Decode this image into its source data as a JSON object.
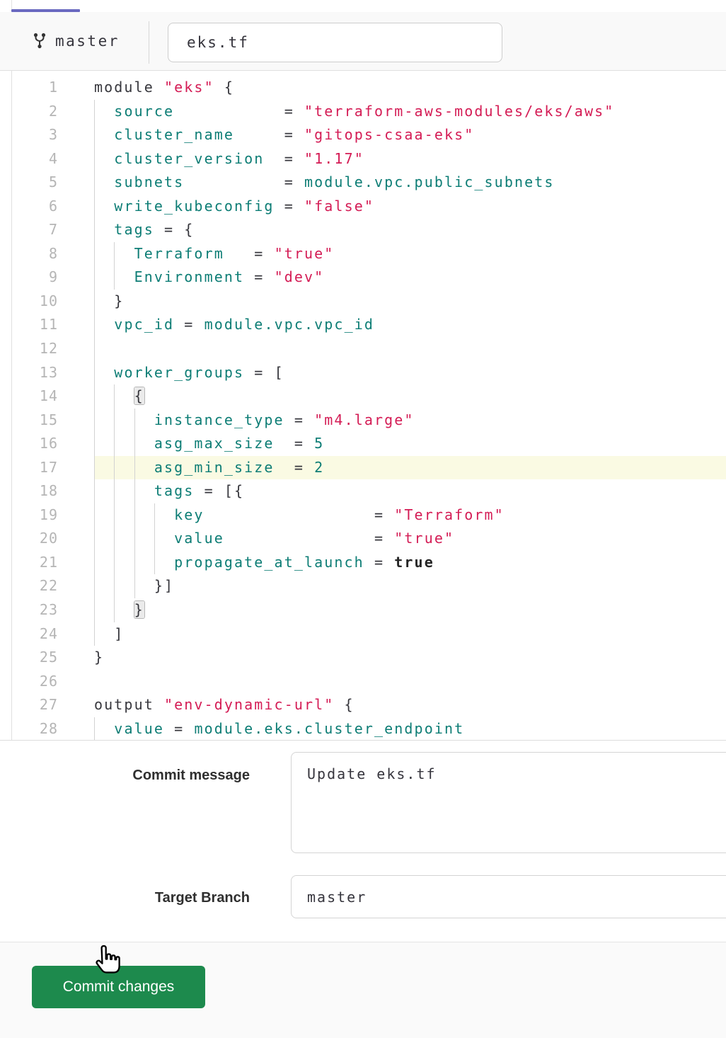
{
  "colors": {
    "tab_accent": "#6a69c0",
    "header_bg": "#f9f9f9",
    "button_green": "#1d8a4d",
    "string_red": "#d41c55",
    "name_teal": "#0d7d75",
    "line_highlight": "#fafae3"
  },
  "header": {
    "branch": "master",
    "branch_icon": "git-branch-icon",
    "filename": "eks.tf"
  },
  "editor": {
    "highlighted_line": 17,
    "lines": [
      {
        "n": 1,
        "guides": [],
        "segs": [
          [
            "p",
            "module "
          ],
          [
            "s",
            "\"eks\""
          ],
          [
            "p",
            " {"
          ]
        ]
      },
      {
        "n": 2,
        "guides": [
          0
        ],
        "segs": [
          [
            "p",
            "  "
          ],
          [
            "n",
            "source"
          ],
          [
            "p",
            "           = "
          ],
          [
            "s",
            "\"terraform-aws-modules/eks/aws\""
          ]
        ]
      },
      {
        "n": 3,
        "guides": [
          0
        ],
        "segs": [
          [
            "p",
            "  "
          ],
          [
            "n",
            "cluster_name"
          ],
          [
            "p",
            "     = "
          ],
          [
            "s",
            "\"gitops-csaa-eks\""
          ]
        ]
      },
      {
        "n": 4,
        "guides": [
          0
        ],
        "segs": [
          [
            "p",
            "  "
          ],
          [
            "n",
            "cluster_version"
          ],
          [
            "p",
            "  = "
          ],
          [
            "s",
            "\"1.17\""
          ]
        ]
      },
      {
        "n": 5,
        "guides": [
          0
        ],
        "segs": [
          [
            "p",
            "  "
          ],
          [
            "n",
            "subnets"
          ],
          [
            "p",
            "          = "
          ],
          [
            "n",
            "module.vpc.public_subnets"
          ]
        ]
      },
      {
        "n": 6,
        "guides": [
          0
        ],
        "segs": [
          [
            "p",
            "  "
          ],
          [
            "n",
            "write_kubeconfig"
          ],
          [
            "p",
            " = "
          ],
          [
            "s",
            "\"false\""
          ]
        ]
      },
      {
        "n": 7,
        "guides": [
          0
        ],
        "segs": [
          [
            "p",
            "  "
          ],
          [
            "n",
            "tags"
          ],
          [
            "p",
            " = {"
          ]
        ]
      },
      {
        "n": 8,
        "guides": [
          0,
          2
        ],
        "segs": [
          [
            "p",
            "    "
          ],
          [
            "n",
            "Terraform"
          ],
          [
            "p",
            "   = "
          ],
          [
            "s",
            "\"true\""
          ]
        ]
      },
      {
        "n": 9,
        "guides": [
          0,
          2
        ],
        "segs": [
          [
            "p",
            "    "
          ],
          [
            "n",
            "Environment"
          ],
          [
            "p",
            " = "
          ],
          [
            "s",
            "\"dev\""
          ]
        ]
      },
      {
        "n": 10,
        "guides": [
          0
        ],
        "segs": [
          [
            "p",
            "  }"
          ]
        ]
      },
      {
        "n": 11,
        "guides": [
          0
        ],
        "segs": [
          [
            "p",
            "  "
          ],
          [
            "n",
            "vpc_id"
          ],
          [
            "p",
            " = "
          ],
          [
            "n",
            "module.vpc.vpc_id"
          ]
        ]
      },
      {
        "n": 12,
        "guides": [
          0
        ],
        "segs": []
      },
      {
        "n": 13,
        "guides": [
          0
        ],
        "segs": [
          [
            "p",
            "  "
          ],
          [
            "n",
            "worker_groups"
          ],
          [
            "p",
            " = ["
          ]
        ]
      },
      {
        "n": 14,
        "guides": [
          0,
          2
        ],
        "segs": [
          [
            "p",
            "    "
          ],
          [
            "bm",
            "{"
          ]
        ]
      },
      {
        "n": 15,
        "guides": [
          0,
          2,
          4
        ],
        "segs": [
          [
            "p",
            "      "
          ],
          [
            "n",
            "instance_type"
          ],
          [
            "p",
            " = "
          ],
          [
            "s",
            "\"m4.large\""
          ]
        ]
      },
      {
        "n": 16,
        "guides": [
          0,
          2,
          4
        ],
        "segs": [
          [
            "p",
            "      "
          ],
          [
            "n",
            "asg_max_size"
          ],
          [
            "p",
            "  = "
          ],
          [
            "num",
            "5"
          ]
        ]
      },
      {
        "n": 17,
        "hl": true,
        "guides": [
          0,
          2,
          4
        ],
        "segs": [
          [
            "p",
            "      "
          ],
          [
            "n",
            "asg_min_size"
          ],
          [
            "p",
            "  = "
          ],
          [
            "num",
            "2"
          ]
        ]
      },
      {
        "n": 18,
        "guides": [
          0,
          2,
          4
        ],
        "segs": [
          [
            "p",
            "      "
          ],
          [
            "n",
            "tags"
          ],
          [
            "p",
            " = [{"
          ]
        ]
      },
      {
        "n": 19,
        "guides": [
          0,
          2,
          4,
          6
        ],
        "segs": [
          [
            "p",
            "        "
          ],
          [
            "n",
            "key"
          ],
          [
            "p",
            "                 = "
          ],
          [
            "s",
            "\"Terraform\""
          ]
        ]
      },
      {
        "n": 20,
        "guides": [
          0,
          2,
          4,
          6
        ],
        "segs": [
          [
            "p",
            "        "
          ],
          [
            "n",
            "value"
          ],
          [
            "p",
            "               = "
          ],
          [
            "s",
            "\"true\""
          ]
        ]
      },
      {
        "n": 21,
        "guides": [
          0,
          2,
          4,
          6
        ],
        "segs": [
          [
            "p",
            "        "
          ],
          [
            "n",
            "propagate_at_launch"
          ],
          [
            "p",
            " = "
          ],
          [
            "b",
            "true"
          ]
        ]
      },
      {
        "n": 22,
        "guides": [
          0,
          2,
          4
        ],
        "segs": [
          [
            "p",
            "      }]"
          ]
        ]
      },
      {
        "n": 23,
        "guides": [
          0,
          2
        ],
        "segs": [
          [
            "p",
            "    "
          ],
          [
            "bm",
            "}"
          ]
        ]
      },
      {
        "n": 24,
        "guides": [
          0
        ],
        "segs": [
          [
            "p",
            "  ]"
          ]
        ]
      },
      {
        "n": 25,
        "guides": [],
        "segs": [
          [
            "p",
            "}"
          ]
        ]
      },
      {
        "n": 26,
        "guides": [],
        "segs": []
      },
      {
        "n": 27,
        "guides": [],
        "segs": [
          [
            "p",
            "output "
          ],
          [
            "s",
            "\"env-dynamic-url\""
          ],
          [
            "p",
            " {"
          ]
        ]
      },
      {
        "n": 28,
        "guides": [
          0
        ],
        "segs": [
          [
            "p",
            "  "
          ],
          [
            "n",
            "value"
          ],
          [
            "p",
            " = "
          ],
          [
            "n",
            "module.eks.cluster_endpoint"
          ]
        ]
      }
    ]
  },
  "form": {
    "commit_label": "Commit message",
    "commit_value": "Update eks.tf",
    "branch_label": "Target Branch",
    "branch_value": "master"
  },
  "footer": {
    "commit_button": "Commit changes"
  }
}
